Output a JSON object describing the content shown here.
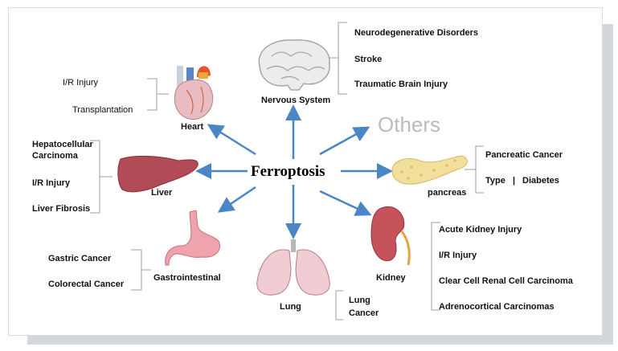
{
  "center": "Ferroptosis",
  "others": "Others",
  "organs": {
    "heart": {
      "name": "Heart",
      "items": [
        "I/R Injury",
        "Transplantation"
      ]
    },
    "nervous": {
      "name": "Nervous System",
      "items": [
        "Neurodegenerative Disorders",
        "Stroke",
        "Traumatic Brain Injury"
      ]
    },
    "liver": {
      "name": "Liver",
      "items": [
        "Hepatocellular",
        "Carcinoma",
        "I/R Injury",
        "Liver Fibrosis"
      ]
    },
    "pancreas": {
      "name": "pancreas",
      "items": [
        "Pancreatic Cancer",
        "Type",
        "Diabetes"
      ]
    },
    "gastro": {
      "name": "Gastrointestinal",
      "items": [
        "Gastric Cancer",
        "Colorectal Cancer"
      ]
    },
    "lung": {
      "name": "Lung",
      "items": [
        "Lung",
        "Cancer"
      ]
    },
    "kidney": {
      "name": "Kidney",
      "items": [
        "Acute Kidney Injury",
        "I/R Injury",
        "Clear Cell Renal Cell Carcinoma",
        "Adrenocortical Carcinomas"
      ]
    }
  },
  "colors": {
    "arrow": "#4a86c5",
    "bracket": "#9aa0a6",
    "others_text": "#b7bcc1"
  },
  "icons": [
    "heart-icon",
    "brain-icon",
    "liver-icon",
    "pancreas-icon",
    "stomach-icon",
    "lungs-icon",
    "kidney-icon"
  ]
}
